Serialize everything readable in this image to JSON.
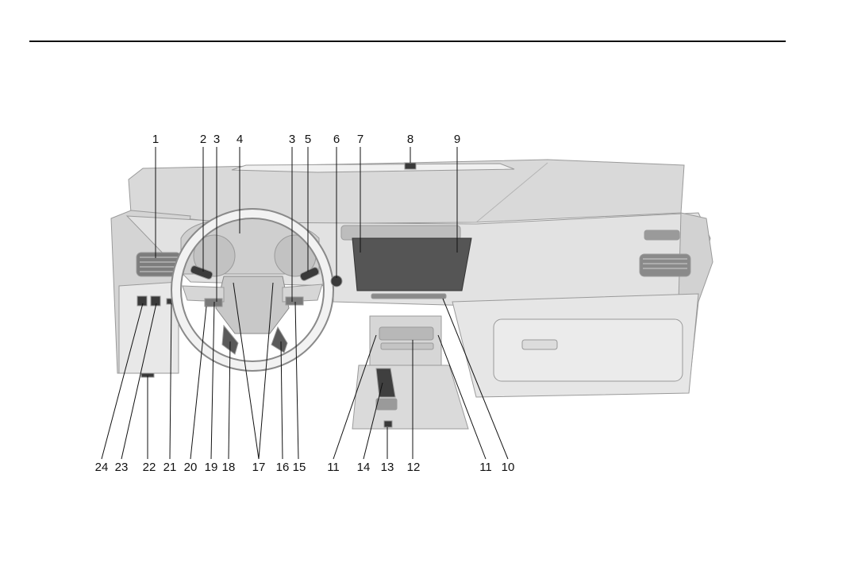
{
  "diagram": {
    "top_callouts": [
      "1",
      "2",
      "3",
      "4",
      "3",
      "5",
      "6",
      "7",
      "8",
      "9"
    ],
    "bottom_callouts": [
      "24",
      "23",
      "22",
      "21",
      "20",
      "19",
      "18",
      "17",
      "16",
      "15",
      "11",
      "14",
      "13",
      "12",
      "11",
      "10"
    ]
  }
}
